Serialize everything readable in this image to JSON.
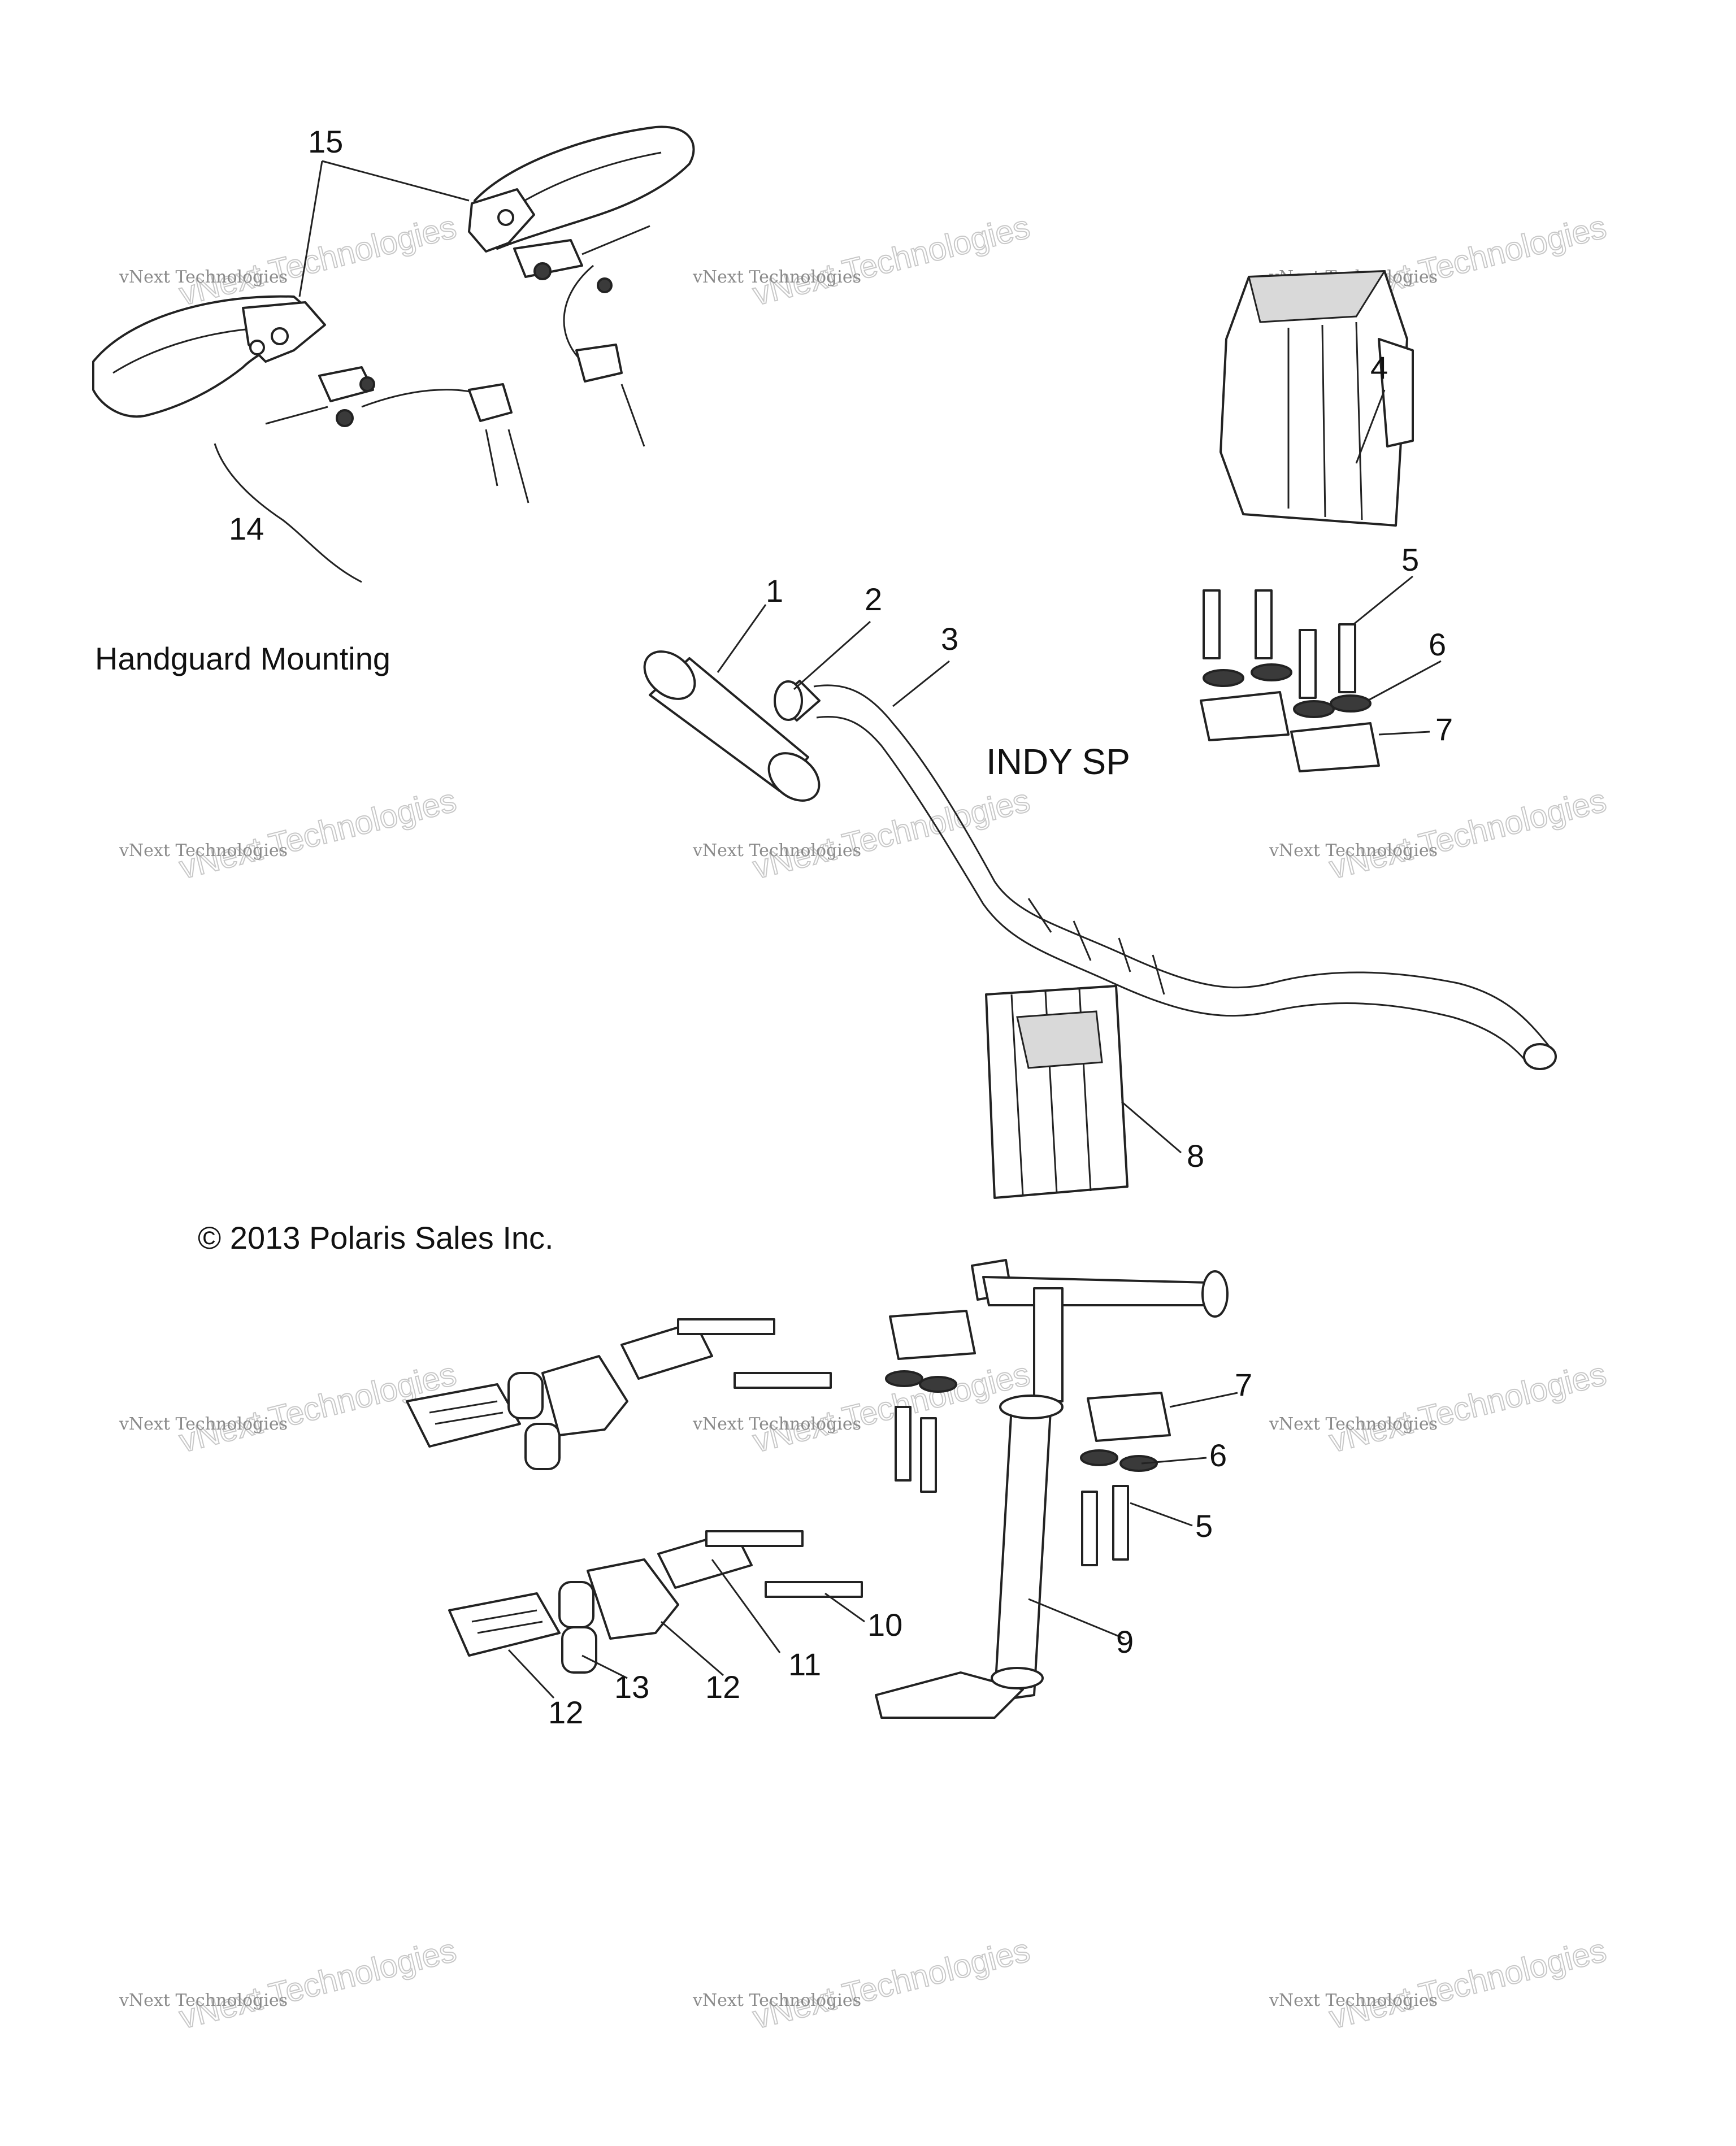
{
  "caption": "Handguard Mounting",
  "model": "INDY SP",
  "copyright": "© 2013 Polaris Sales Inc.",
  "watermark": {
    "line1": "vNext Technologies",
    "line2": "vNext Technologies"
  },
  "callouts": [
    "1",
    "2",
    "3",
    "4",
    "5",
    "6",
    "7",
    "8",
    "9",
    "10",
    "11",
    "12",
    "13",
    "14",
    "15"
  ]
}
